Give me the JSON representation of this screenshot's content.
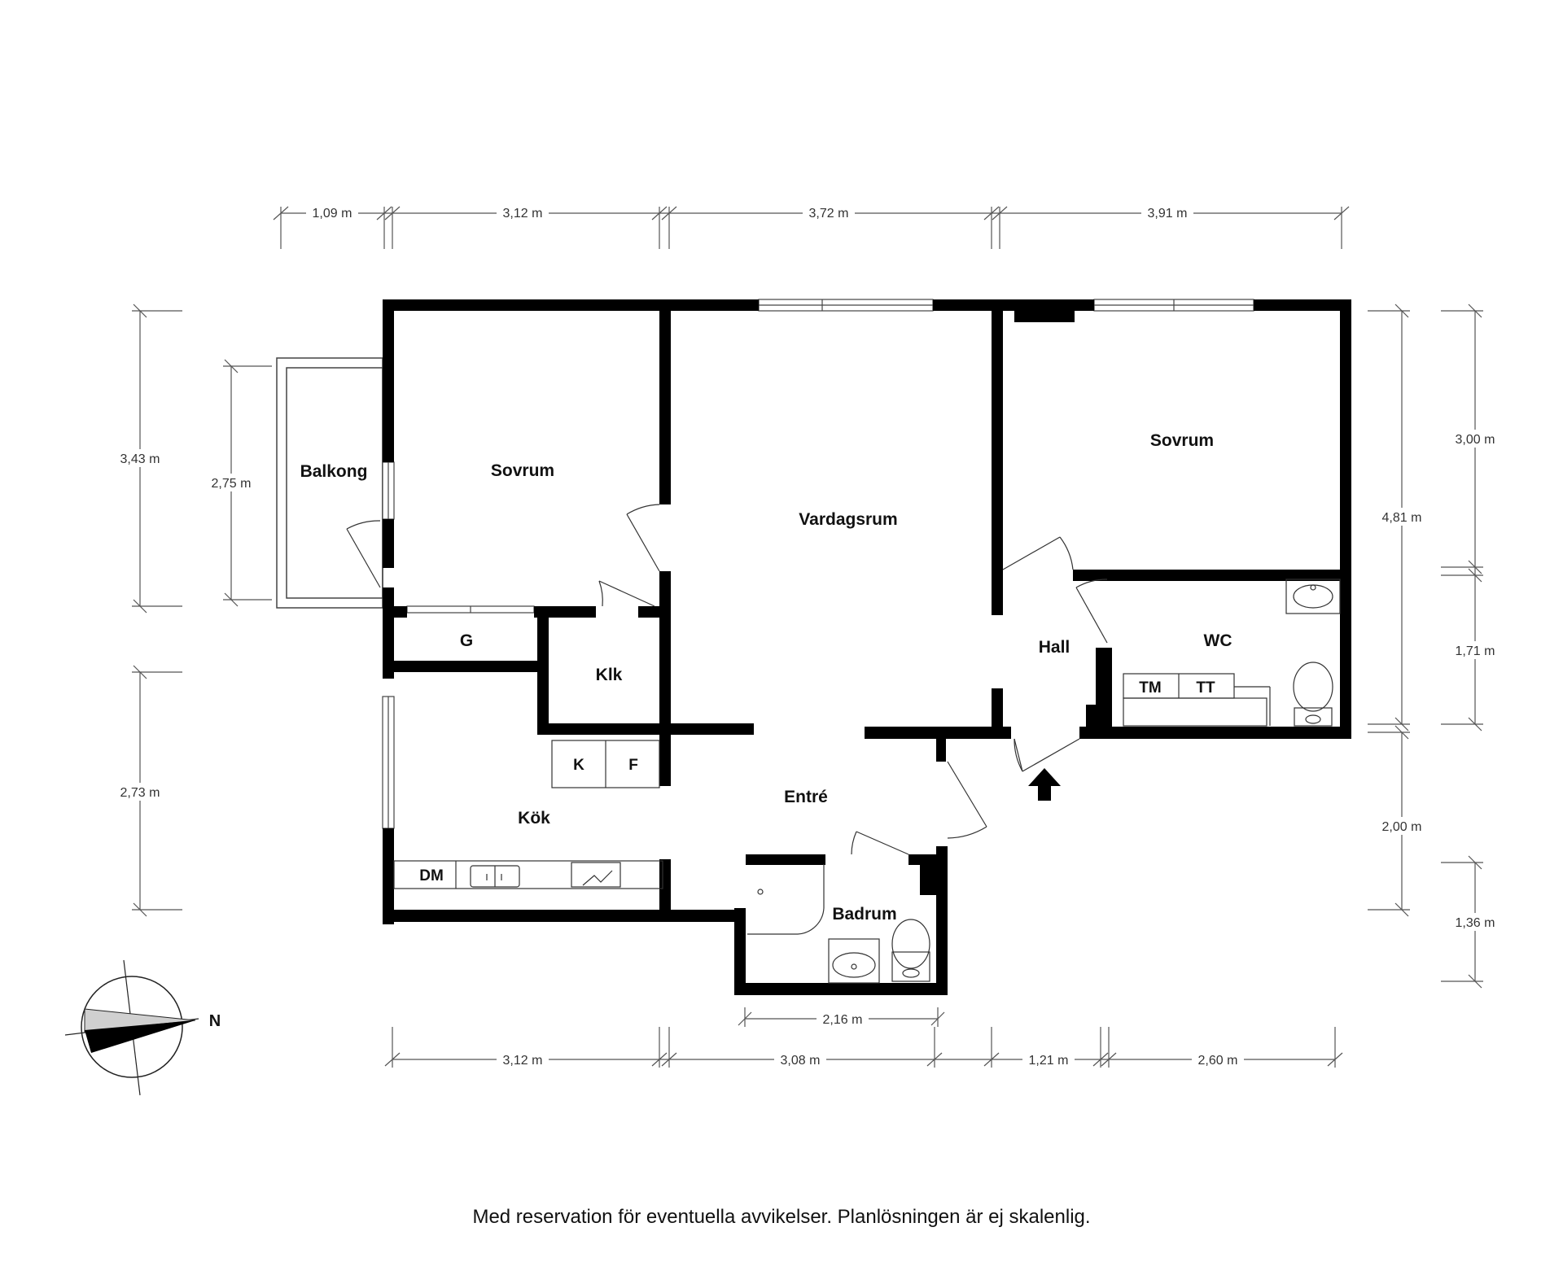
{
  "rooms": {
    "balkong": "Balkong",
    "sovrum_left": "Sovrum",
    "vardagsrum": "Vardagsrum",
    "sovrum_right": "Sovrum",
    "hall": "Hall",
    "wc": "WC",
    "g": "G",
    "klk": "Klk",
    "kok": "Kök",
    "entre": "Entré",
    "badrum": "Badrum"
  },
  "fixtures": {
    "tm": "TM",
    "tt": "TT",
    "k": "K",
    "f": "F",
    "dm": "DM"
  },
  "dimensions": {
    "top": [
      "1,09 m",
      "3,12 m",
      "3,72 m",
      "3,91 m"
    ],
    "left_outer": "3,43 m",
    "left_inner": "2,75 m",
    "left_lower": "2,73 m",
    "right_upper": "3,00 m",
    "right_total": "4,81 m",
    "right_mid": "1,71 m",
    "right_lower": "2,00 m",
    "right_bottom": "1,36 m",
    "badrum_width": "2,16 m",
    "bottom": [
      "3,12 m",
      "3,08 m",
      "1,21 m",
      "2,60 m"
    ]
  },
  "compass": {
    "north_label": "N"
  },
  "disclaimer": "Med reservation för eventuella avvikelser. Planlösningen är ej skalenlig."
}
